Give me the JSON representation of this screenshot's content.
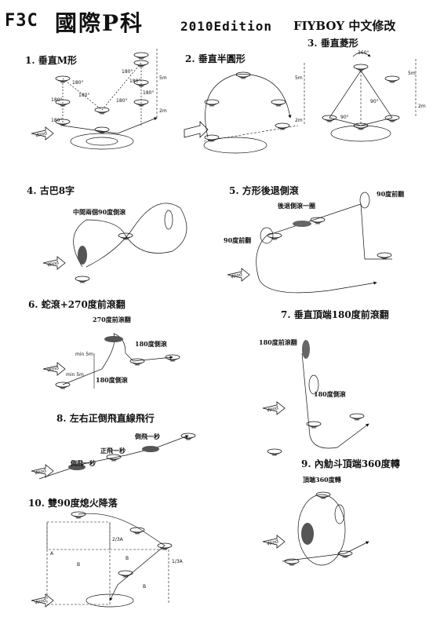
{
  "header": {
    "main": "F3C",
    "subtitle_cn": "國際P科",
    "edition": "2010Edition",
    "modifier": "FIYBOY  中文修改"
  },
  "wind_label": "Wind",
  "figures": [
    {
      "title": "1.  垂直M形",
      "labels": {
        "a1": "180°",
        "a2": "180°",
        "a3": "180°",
        "a4": "180°",
        "a5": "180°",
        "a6": "180°",
        "a7": "180°",
        "a8": "180°",
        "d1": "5m",
        "d2": "2m"
      }
    },
    {
      "title": "2.  垂直半圓形",
      "labels": {
        "d1": "5m",
        "d2": "2m"
      }
    },
    {
      "title": "3.  垂直菱形",
      "labels": {
        "a1": "360°",
        "a2": "90°",
        "a3": "90°",
        "d1": "5m",
        "d2": "2m"
      }
    },
    {
      "title": "4.  古巴8字",
      "labels": {
        "c1": "中間兩個90度側滾"
      }
    },
    {
      "title": "5.  方形後退側滾",
      "labels": {
        "c1": "後退側滾一圈",
        "c2": "90度前翻",
        "c3": "90度前翻"
      }
    },
    {
      "title": "6.  蛇滾+270度前滾翻",
      "labels": {
        "c1": "270度前滾翻",
        "c2": "180度側滾",
        "c3": "180度側滾",
        "d1": "min 5m",
        "d2": "min 5m"
      }
    },
    {
      "title": "7.  垂直頂端180度前滾翻",
      "labels": {
        "c1": "180度前滾翻",
        "c2": "180度側滾"
      }
    },
    {
      "title": "8.  左右正倒飛直線飛行",
      "labels": {
        "c1": "倒飛一秒",
        "c2": "正飛一秒",
        "c3": "倒飛一秒"
      }
    },
    {
      "title": "9.  內觔斗頂端360度轉",
      "labels": {
        "c1": "頂端360度轉"
      }
    },
    {
      "title": "10.  雙90度熄火降落",
      "labels": {
        "d1": "2/3A",
        "d2": "A",
        "d3": "B",
        "d4": "B",
        "d5": "B",
        "d6": "1/3A"
      }
    }
  ]
}
